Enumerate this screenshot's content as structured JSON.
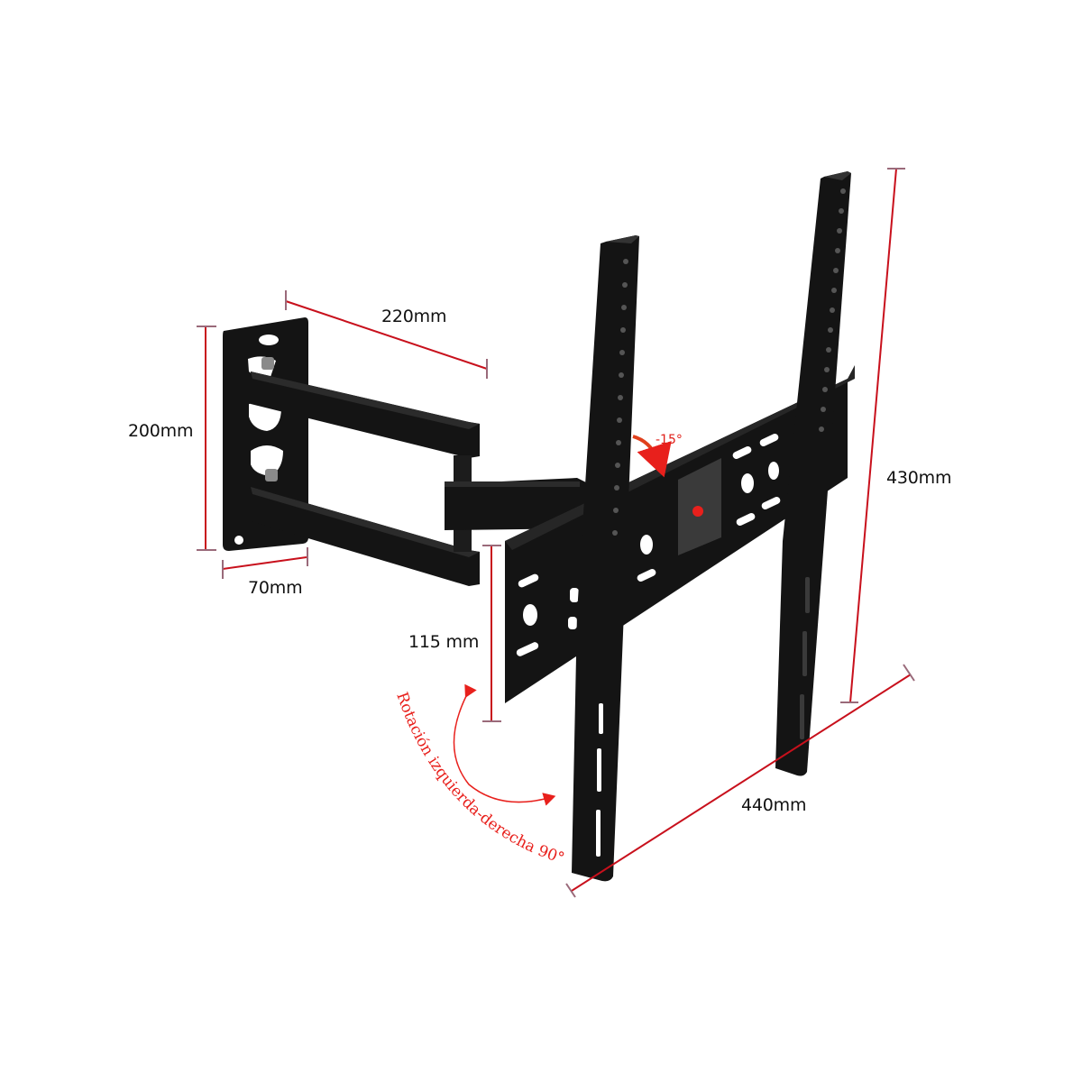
{
  "product": "TV wall mount bracket (full-motion articulating arm)",
  "colors": {
    "background": "#ffffff",
    "metal": "#141414",
    "metal_highlight": "#2b2b2b",
    "dimension_line": "#c8101c",
    "annotation_red": "#e8201c",
    "label_text": "#111111"
  },
  "dimensions": {
    "arm_length": "220mm",
    "wall_plate_height": "200mm",
    "wall_plate_width": "70mm",
    "bracket_offset": "115 mm",
    "total_height": "430mm",
    "total_width": "440mm"
  },
  "annotations": {
    "tilt": "-15°",
    "rotation": "Rotación izquierda-derecha 90°"
  }
}
